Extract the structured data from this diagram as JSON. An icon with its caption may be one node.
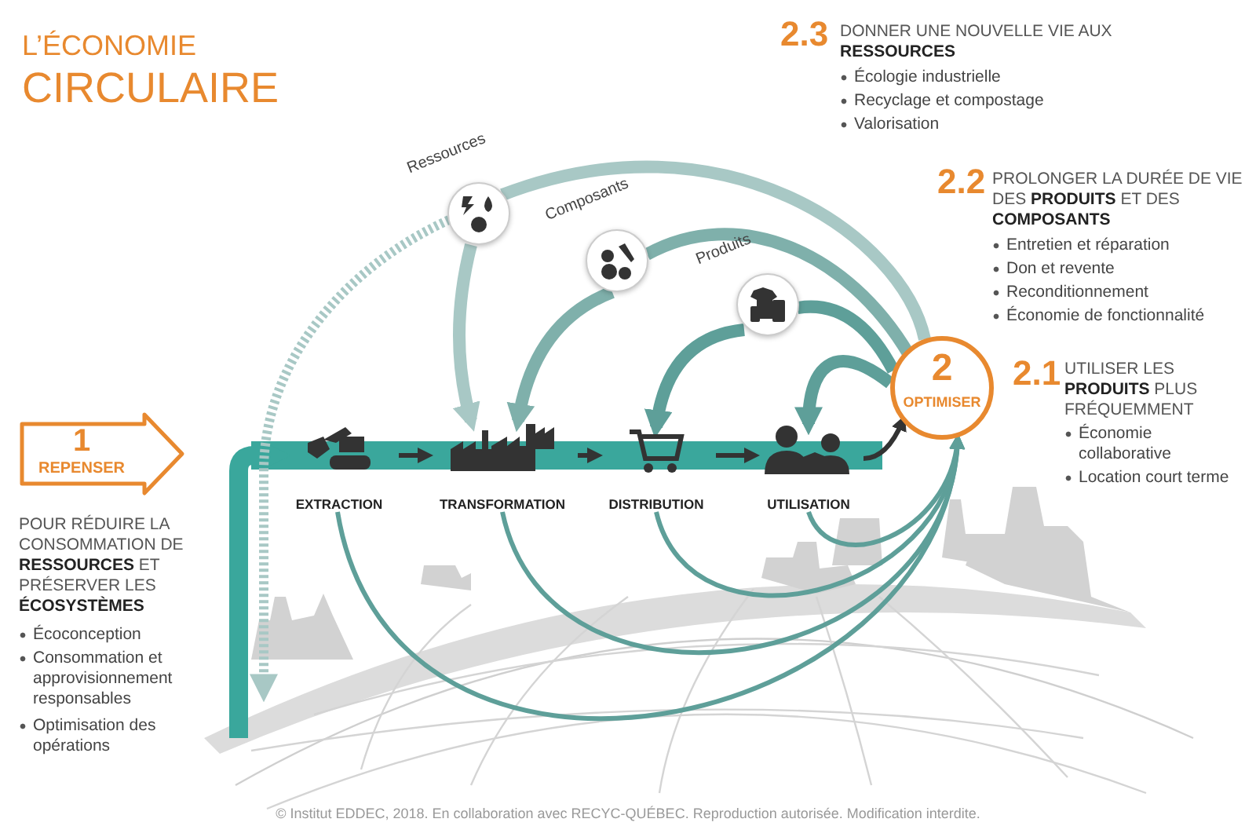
{
  "diagram": {
    "title": "L’ÉCONOMIE CIRCULAIRE",
    "nodes": [
      {
        "text": [
          "1",
          "REPENSER"
        ]
      },
      {
        "text": [
          "EXTRACTION"
        ]
      },
      {
        "text": [
          "TRANSFORMATION"
        ]
      },
      {
        "text": [
          "DISTRIBUTION"
        ]
      },
      {
        "text": [
          "UTILISATION"
        ]
      },
      {
        "text": [
          "2",
          "OPTIMISER"
        ]
      },
      {
        "text": [
          "Ressources"
        ]
      },
      {
        "text": [
          "Composants"
        ]
      },
      {
        "text": [
          "Produits"
        ]
      }
    ],
    "edges": [
      {
        "from": null,
        "to": 1,
        "arrow": "to",
        "style": "thick",
        "color": "#3aa79c"
      },
      {
        "from": 1,
        "to": 2,
        "arrow": "to",
        "color": "#333333"
      },
      {
        "from": 2,
        "to": 3,
        "arrow": "to",
        "color": "#333333"
      },
      {
        "from": 3,
        "to": 4,
        "arrow": "to",
        "color": "#333333"
      },
      {
        "from": 4,
        "to": 5,
        "arrow": "to",
        "color": "#333333"
      },
      {
        "from": 5,
        "to": 6,
        "arrow": "none",
        "color": "#a8c8c5"
      },
      {
        "from": 6,
        "to": 2,
        "arrow": "to",
        "color": "#a8c8c5"
      },
      {
        "from": 6,
        "to": null,
        "arrow": "to",
        "style": "dashed",
        "color": "#a8c8c5"
      },
      {
        "from": 5,
        "to": 7,
        "arrow": "none",
        "color": "#7fb0ab"
      },
      {
        "from": 7,
        "to": 2,
        "arrow": "to",
        "color": "#7fb0ab"
      },
      {
        "from": 5,
        "to": 8,
        "arrow": "none"
      },
      {
        "from": 8,
        "to": 3,
        "arrow": "to"
      },
      {
        "from": 5,
        "to": 4,
        "arrow": "to"
      },
      {
        "from": 1,
        "to": 5,
        "arrow": "to"
      },
      {
        "from": 2,
        "to": 5,
        "arrow": "to"
      },
      {
        "from": 3,
        "to": 5,
        "arrow": "to"
      },
      {
        "from": 4,
        "to": 5,
        "arrow": "to"
      }
    ],
    "labels": [
      "POUR RÉDUIRE LA CONSOMMATION DE **RESSOURCES** ET PRÉSERVER LES **ÉCOSYSTÈMES**",
      "Écoconception",
      "Consommation et approvisionnement responsables",
      "Optimisation des opérations",
      "2.3",
      "DONNER UNE NOUVELLE VIE AUX **RESSOURCES**",
      "Écologie industrielle",
      "Recyclage et compostage",
      "Valorisation",
      "2.2",
      "PROLONGER LA DURÉE DE VIE DES **PRODUITS** ET DES **COMPOSANTS**",
      "Entretien et réparation",
      "Don et revente",
      "Reconditionnement",
      "Économie de fonctionnalité",
      "2.1",
      "UTILISER LES **PRODUITS** PLUS FRÉQUEMMENT",
      "Économie collaborative",
      "Location court terme",
      "© Institut EDDEC, 2018. En collaboration avec RECYC-QUÉBEC. Reproduction autorisée. Modification interdite."
    ]
  }
}
